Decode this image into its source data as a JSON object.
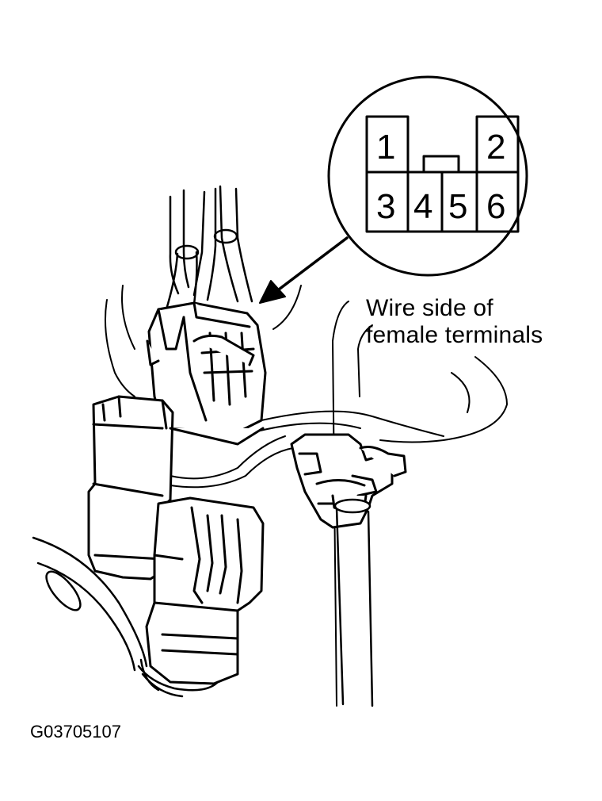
{
  "callout": {
    "pins": [
      "1",
      "2",
      "3",
      "4",
      "5",
      "6"
    ],
    "caption_line1": "Wire side of",
    "caption_line2": "female terminals"
  },
  "figure_id": "G03705107",
  "colors": {
    "ink": "#000000",
    "paper": "#ffffff"
  }
}
